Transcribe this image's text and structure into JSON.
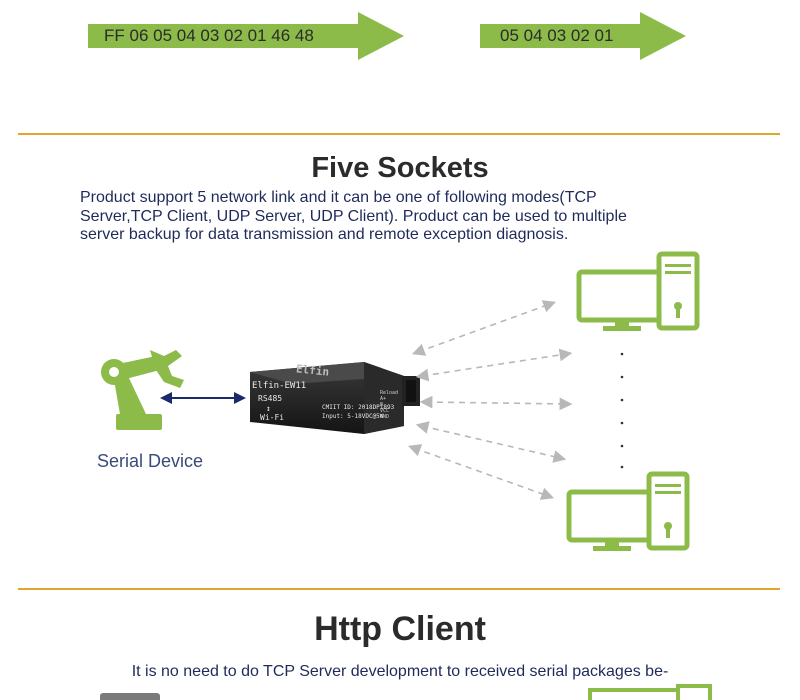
{
  "top_arrows": [
    {
      "label": "FF 06 05 04 03 02 01 46 48"
    },
    {
      "label": "05 04 03 02 01"
    }
  ],
  "five_sockets": {
    "heading": "Five Sockets",
    "description_lines": [
      "Product support 5 network link and it can be one of following modes(TCP",
      "Server,TCP Client, UDP Server, UDP Client). Product can be used to multiple",
      "server backup for data transmission and remote exception diagnosis."
    ],
    "serial_device_label": "Serial Device",
    "device": {
      "brand": "Elfin",
      "model": "Elfin-EW11",
      "line1": "RS485",
      "line2": "Wi-Fi",
      "id_line": "CMIIT ID: 2018DP1893",
      "input_line": "Input: 5-18VDC@5W",
      "side_labels": [
        "Reload",
        "A+",
        "B-",
        "VCC",
        "GND"
      ]
    }
  },
  "http_client": {
    "heading": "Http Client",
    "description": "It is no need to do TCP Server development to received serial packages be-"
  },
  "colors": {
    "accent_green": "#8dbb4a",
    "rule_orange": "#e2a42b",
    "text_navy": "#1f2a5a",
    "arrow_navy": "#1b2a6b"
  }
}
